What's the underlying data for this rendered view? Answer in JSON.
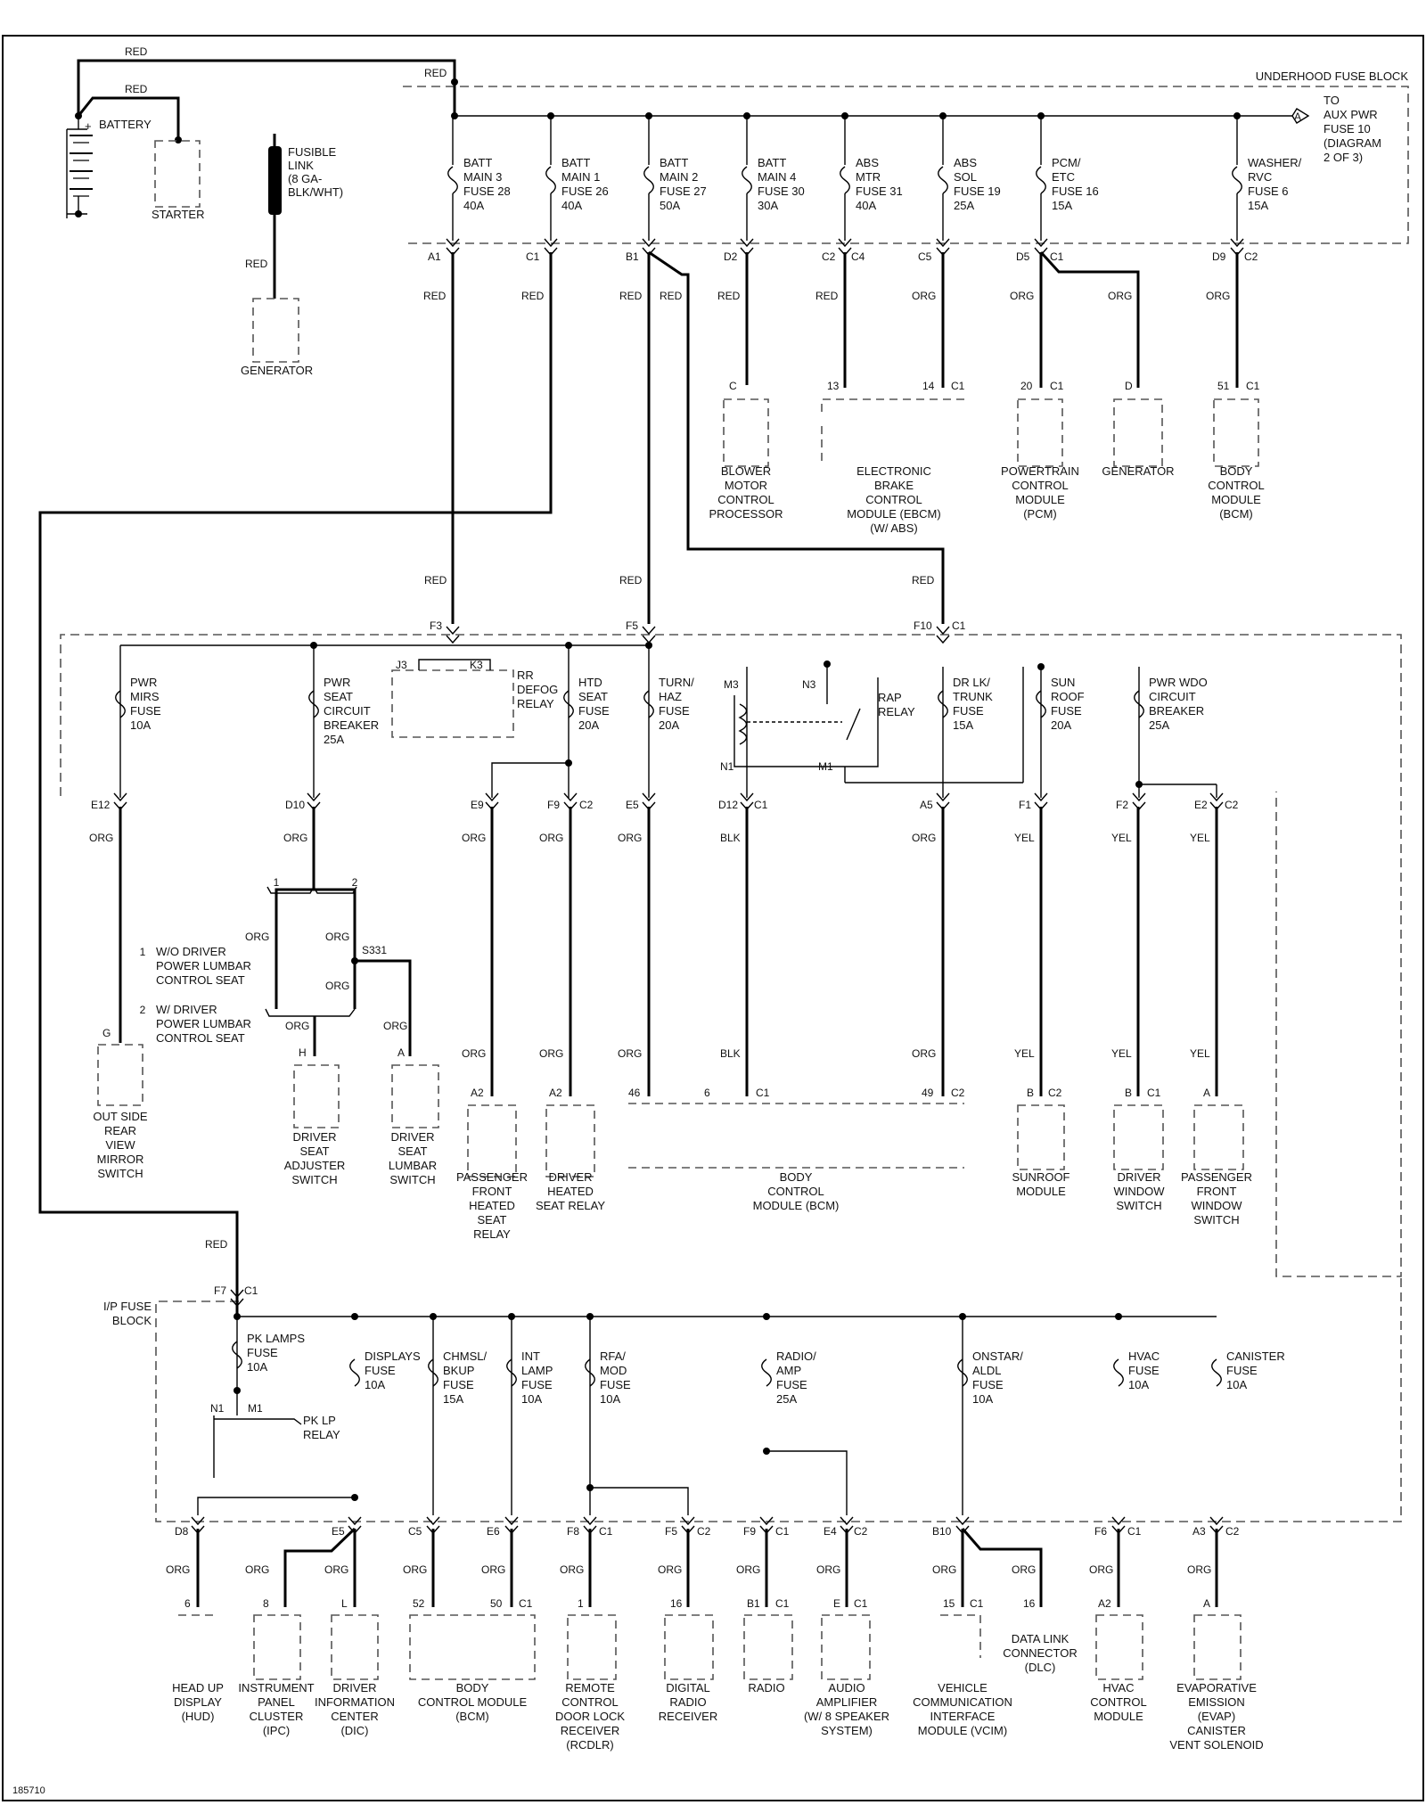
{
  "top": {
    "wire_red_1": "RED",
    "wire_red_2": "RED",
    "wire_red_3": "RED",
    "wire_red_gen": "RED",
    "battery": "BATTERY",
    "battery_plus": "+",
    "starter": "STARTER",
    "fusible_link": [
      "FUSIBLE",
      "LINK",
      "(8 GA-",
      "BLK/WHT)"
    ],
    "generator": "GENERATOR"
  },
  "underhood": {
    "title": "UNDERHOOD FUSE BLOCK",
    "to_aux": [
      "TO",
      "AUX PWR",
      "FUSE 10",
      "(DIAGRAM",
      "2 OF 3)"
    ],
    "to_aux_letter": "A",
    "fuses": [
      {
        "lines": [
          "BATT",
          "MAIN 3",
          "FUSE 28",
          "40A"
        ]
      },
      {
        "lines": [
          "BATT",
          "MAIN 1",
          "FUSE 26",
          "40A"
        ]
      },
      {
        "lines": [
          "BATT",
          "MAIN 2",
          "FUSE 27",
          "50A"
        ]
      },
      {
        "lines": [
          "BATT",
          "MAIN 4",
          "FUSE 30",
          "30A"
        ]
      },
      {
        "lines": [
          "ABS",
          "MTR",
          "FUSE 31",
          "40A"
        ]
      },
      {
        "lines": [
          "ABS",
          "SOL",
          "FUSE 19",
          "25A"
        ]
      },
      {
        "lines": [
          "PCM/",
          "ETC",
          "FUSE 16",
          "15A"
        ]
      },
      {
        "lines": [
          "WASHER/",
          "RVC",
          "FUSE 6",
          "15A"
        ]
      }
    ],
    "pins": [
      "A1",
      "C1",
      "B1",
      "D2",
      "C2",
      "C4",
      "C5",
      "D5",
      "C1",
      "D9",
      "C2"
    ],
    "wires": [
      "RED",
      "RED",
      "RED",
      "RED",
      "RED",
      "RED",
      "ORG",
      "ORG",
      "ORG",
      "ORG"
    ],
    "dest_pins": [
      "C",
      "13",
      "14",
      "C1",
      "20",
      "C1",
      "D",
      "51",
      "C1"
    ],
    "components": [
      [
        "BLOWER",
        "MOTOR",
        "CONTROL",
        "PROCESSOR"
      ],
      [
        "ELECTRONIC",
        "BRAKE",
        "CONTROL",
        "MODULE (EBCM)",
        "(W/ ABS)"
      ],
      [
        "POWERTRAIN",
        "CONTROL",
        "MODULE",
        "(PCM)"
      ],
      [
        "GENERATOR"
      ],
      [
        "BODY",
        "CONTROL",
        "MODULE",
        "(BCM)"
      ]
    ]
  },
  "mid_feed": {
    "wire_1": "RED",
    "wire_2": "RED",
    "wire_3": "RED",
    "pin_f3": "F3",
    "pin_f5": "F5",
    "pin_f10": "F10",
    "pin_c1": "C1"
  },
  "ip_upper": {
    "fuses": [
      {
        "lines": [
          "PWR",
          "MIRS",
          "FUSE",
          "10A"
        ]
      },
      {
        "lines": [
          "PWR",
          "SEAT",
          "CIRCUIT",
          "BREAKER",
          "25A"
        ]
      },
      {
        "lines": [
          "HTD",
          "SEAT",
          "FUSE",
          "20A"
        ]
      },
      {
        "lines": [
          "TURN/",
          "HAZ",
          "FUSE",
          "20A"
        ]
      },
      {
        "lines": [
          "DR LK/",
          "TRUNK",
          "FUSE",
          "15A"
        ]
      },
      {
        "lines": [
          "SUN",
          "ROOF",
          "FUSE",
          "20A"
        ]
      },
      {
        "lines": [
          "PWR WDO",
          "CIRCUIT",
          "BREAKER",
          "25A"
        ]
      }
    ],
    "rr_defog": [
      "RR",
      "DEFOG",
      "RELAY"
    ],
    "j3": "J3",
    "k3": "K3",
    "rap_relay": [
      "RAP",
      "RELAY"
    ],
    "m3": "M3",
    "n3": "N3",
    "n1": "N1",
    "m1": "M1",
    "out_pins": [
      "E12",
      "D10",
      "E9",
      "F9",
      "C2",
      "E5",
      "D12",
      "C1",
      "A5",
      "F1",
      "F2",
      "E2",
      "C2"
    ],
    "wire_top": [
      "ORG",
      "ORG",
      "ORG",
      "ORG",
      "ORG",
      "BLK",
      "ORG",
      "YEL",
      "YEL",
      "YEL"
    ],
    "wire_bottom": [
      "ORG",
      "ORG",
      "ORG",
      "BLK",
      "ORG",
      "YEL",
      "YEL",
      "YEL"
    ],
    "splice": "S331",
    "variant_1": "1",
    "variant_2": "2",
    "seat_wires": [
      "ORG",
      "ORG",
      "ORG",
      "ORG",
      "ORG"
    ],
    "legend_1": [
      "W/O DRIVER",
      "POWER LUMBAR",
      "CONTROL SEAT"
    ],
    "legend_2": [
      "W/ DRIVER",
      "POWER LUMBAR",
      "CONTROL SEAT"
    ],
    "dest_pins": [
      "G",
      "H",
      "A",
      "A2",
      "A2",
      "46",
      "6",
      "C1",
      "49",
      "C2",
      "B",
      "C2",
      "B",
      "C1",
      "A"
    ],
    "components": [
      [
        "OUT SIDE",
        "REAR",
        "VIEW",
        "MIRROR",
        "SWITCH"
      ],
      [
        "DRIVER",
        "SEAT",
        "ADJUSTER",
        "SWITCH"
      ],
      [
        "DRIVER",
        "SEAT",
        "LUMBAR",
        "SWITCH"
      ],
      [
        "PASSENGER",
        "FRONT",
        "HEATED",
        "SEAT",
        "RELAY"
      ],
      [
        "DRIVER",
        "HEATED",
        "SEAT RELAY"
      ],
      [
        "BODY",
        "CONTROL",
        "MODULE (BCM)"
      ],
      [
        "SUNROOF",
        "MODULE"
      ],
      [
        "DRIVER",
        "WINDOW",
        "SWITCH"
      ],
      [
        "PASSENGER",
        "FRONT",
        "WINDOW",
        "SWITCH"
      ]
    ]
  },
  "ip_lower": {
    "feed_wire": "RED",
    "f7": "F7",
    "c1": "C1",
    "title": [
      "I/P FUSE",
      "BLOCK"
    ],
    "fuses": [
      {
        "lines": [
          "PK LAMPS",
          "FUSE",
          "10A"
        ]
      },
      {
        "lines": [
          "DISPLAYS",
          "FUSE",
          "10A"
        ]
      },
      {
        "lines": [
          "CHMSL/",
          "BKUP",
          "FUSE",
          "15A"
        ]
      },
      {
        "lines": [
          "INT",
          "LAMP",
          "FUSE",
          "10A"
        ]
      },
      {
        "lines": [
          "RFA/",
          "MOD",
          "FUSE",
          "10A"
        ]
      },
      {
        "lines": [
          "RADIO/",
          "AMP",
          "FUSE",
          "25A"
        ]
      },
      {
        "lines": [
          "ONSTAR/",
          "ALDL",
          "FUSE",
          "10A"
        ]
      },
      {
        "lines": [
          "HVAC",
          "FUSE",
          "10A"
        ]
      },
      {
        "lines": [
          "CANISTER",
          "FUSE",
          "10A"
        ]
      }
    ],
    "pk_relay": [
      "PK LP",
      "RELAY"
    ],
    "n1": "N1",
    "m1": "M1",
    "out_pins": [
      "D8",
      "E5",
      "C5",
      "E6",
      "F8",
      "C1",
      "F5",
      "C2",
      "F9",
      "C1",
      "E4",
      "C2",
      "B10",
      "F6",
      "C1",
      "A3",
      "C2"
    ],
    "wires": [
      "ORG",
      "ORG",
      "ORG",
      "ORG",
      "ORG",
      "ORG",
      "ORG",
      "ORG",
      "ORG",
      "ORG",
      "ORG",
      "ORG",
      "ORG"
    ],
    "dest_pins": [
      "6",
      "8",
      "L",
      "52",
      "50",
      "C1",
      "1",
      "16",
      "B1",
      "C1",
      "E",
      "C1",
      "15",
      "C1",
      "16",
      "A2",
      "A"
    ],
    "components": [
      [
        "HEAD UP",
        "DISPLAY",
        "(HUD)"
      ],
      [
        "INSTRUMENT",
        "PANEL",
        "CLUSTER",
        "(IPC)"
      ],
      [
        "DRIVER",
        "INFORMATION",
        "CENTER",
        "(DIC)"
      ],
      [
        "BODY",
        "CONTROL MODULE",
        "(BCM)"
      ],
      [
        "REMOTE",
        "CONTROL",
        "DOOR LOCK",
        "RECEIVER",
        "(RCDLR)"
      ],
      [
        "DIGITAL",
        "RADIO",
        "RECEIVER"
      ],
      [
        "RADIO"
      ],
      [
        "AUDIO",
        "AMPLIFIER",
        "(W/ 8 SPEAKER",
        "SYSTEM)"
      ],
      [
        "VEHICLE",
        "COMMUNICATION",
        "INTERFACE",
        "MODULE (VCIM)"
      ],
      [
        "DATA LINK",
        "CONNECTOR",
        "(DLC)"
      ],
      [
        "HVAC",
        "CONTROL",
        "MODULE"
      ],
      [
        "EVAPORATIVE",
        "EMISSION",
        "(EVAP)",
        "CANISTER",
        "VENT SOLENOID"
      ]
    ]
  },
  "figure_id": "185710"
}
